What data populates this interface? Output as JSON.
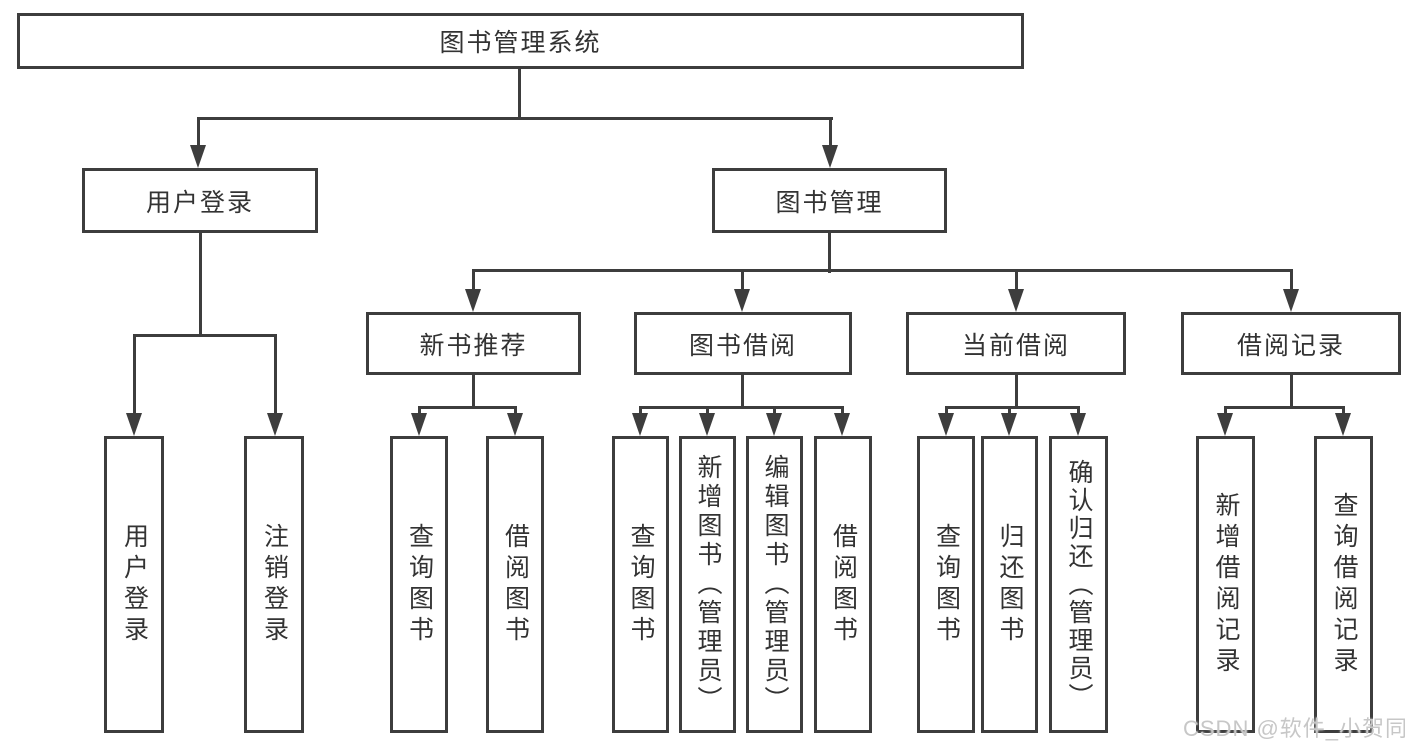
{
  "tree": {
    "root": {
      "label": "图书管理系统",
      "children": [
        {
          "label": "用户登录",
          "children": [
            {
              "label": "用户登录"
            },
            {
              "label": "注销登录"
            }
          ]
        },
        {
          "label": "图书管理",
          "children": [
            {
              "label": "新书推荐",
              "children": [
                {
                  "label": "查询图书"
                },
                {
                  "label": "借阅图书"
                }
              ]
            },
            {
              "label": "图书借阅",
              "children": [
                {
                  "label": "查询图书"
                },
                {
                  "label": "新增图书（管理员）"
                },
                {
                  "label": "编辑图书（管理员）"
                },
                {
                  "label": "借阅图书"
                }
              ]
            },
            {
              "label": "当前借阅",
              "children": [
                {
                  "label": "查询图书"
                },
                {
                  "label": "归还图书"
                },
                {
                  "label": "确认归还（管理员）"
                }
              ]
            },
            {
              "label": "借阅记录",
              "children": [
                {
                  "label": "新增借阅记录"
                },
                {
                  "label": "查询借阅记录"
                }
              ]
            }
          ]
        }
      ]
    }
  },
  "watermark": {
    "text": "CSDN @软件_小贺同学"
  },
  "colors": {
    "line": "#3d3d3d",
    "text": "#333333",
    "watermark": "#c7c7c7",
    "background": "#ffffff"
  }
}
